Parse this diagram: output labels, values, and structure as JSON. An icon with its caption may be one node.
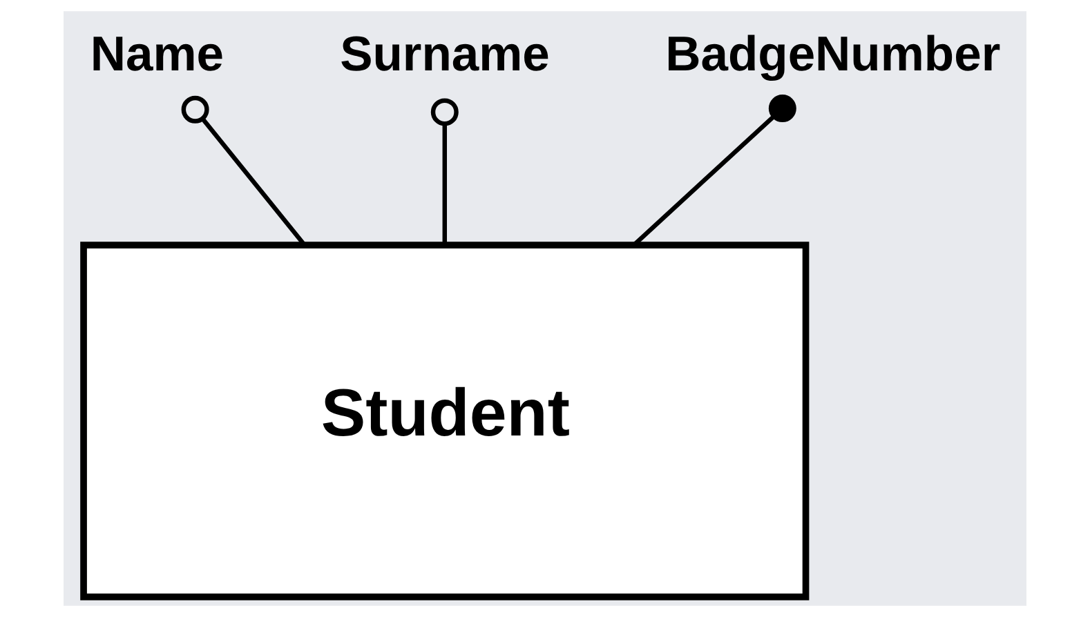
{
  "diagram": {
    "nodes": [
      {
        "text": [
          "Name"
        ]
      },
      {
        "text": [
          "Surname"
        ]
      },
      {
        "text": [
          "BadgeNumber"
        ]
      },
      {
        "text": [
          "Student"
        ]
      }
    ],
    "edges": [
      {
        "from": 0,
        "to": 3,
        "arrow": "other"
      },
      {
        "from": 1,
        "to": 3,
        "arrow": "other"
      },
      {
        "from": 2,
        "to": 3,
        "arrow": "other"
      }
    ]
  }
}
